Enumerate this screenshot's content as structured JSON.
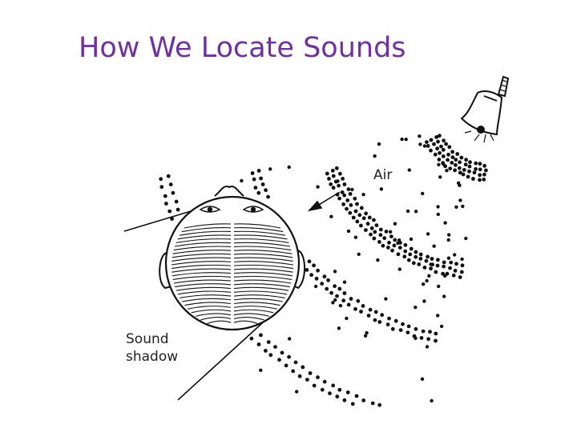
{
  "slide": {
    "title": "How We Locate Sounds"
  },
  "labels": {
    "air": "Air",
    "sound_shadow_line1": "Sound",
    "sound_shadow_line2": "shadow"
  },
  "colors": {
    "title": "#7030a0",
    "ink": "#111111"
  },
  "icons": {
    "sound_source": "bell-icon",
    "listener": "head-top-view-icon"
  }
}
